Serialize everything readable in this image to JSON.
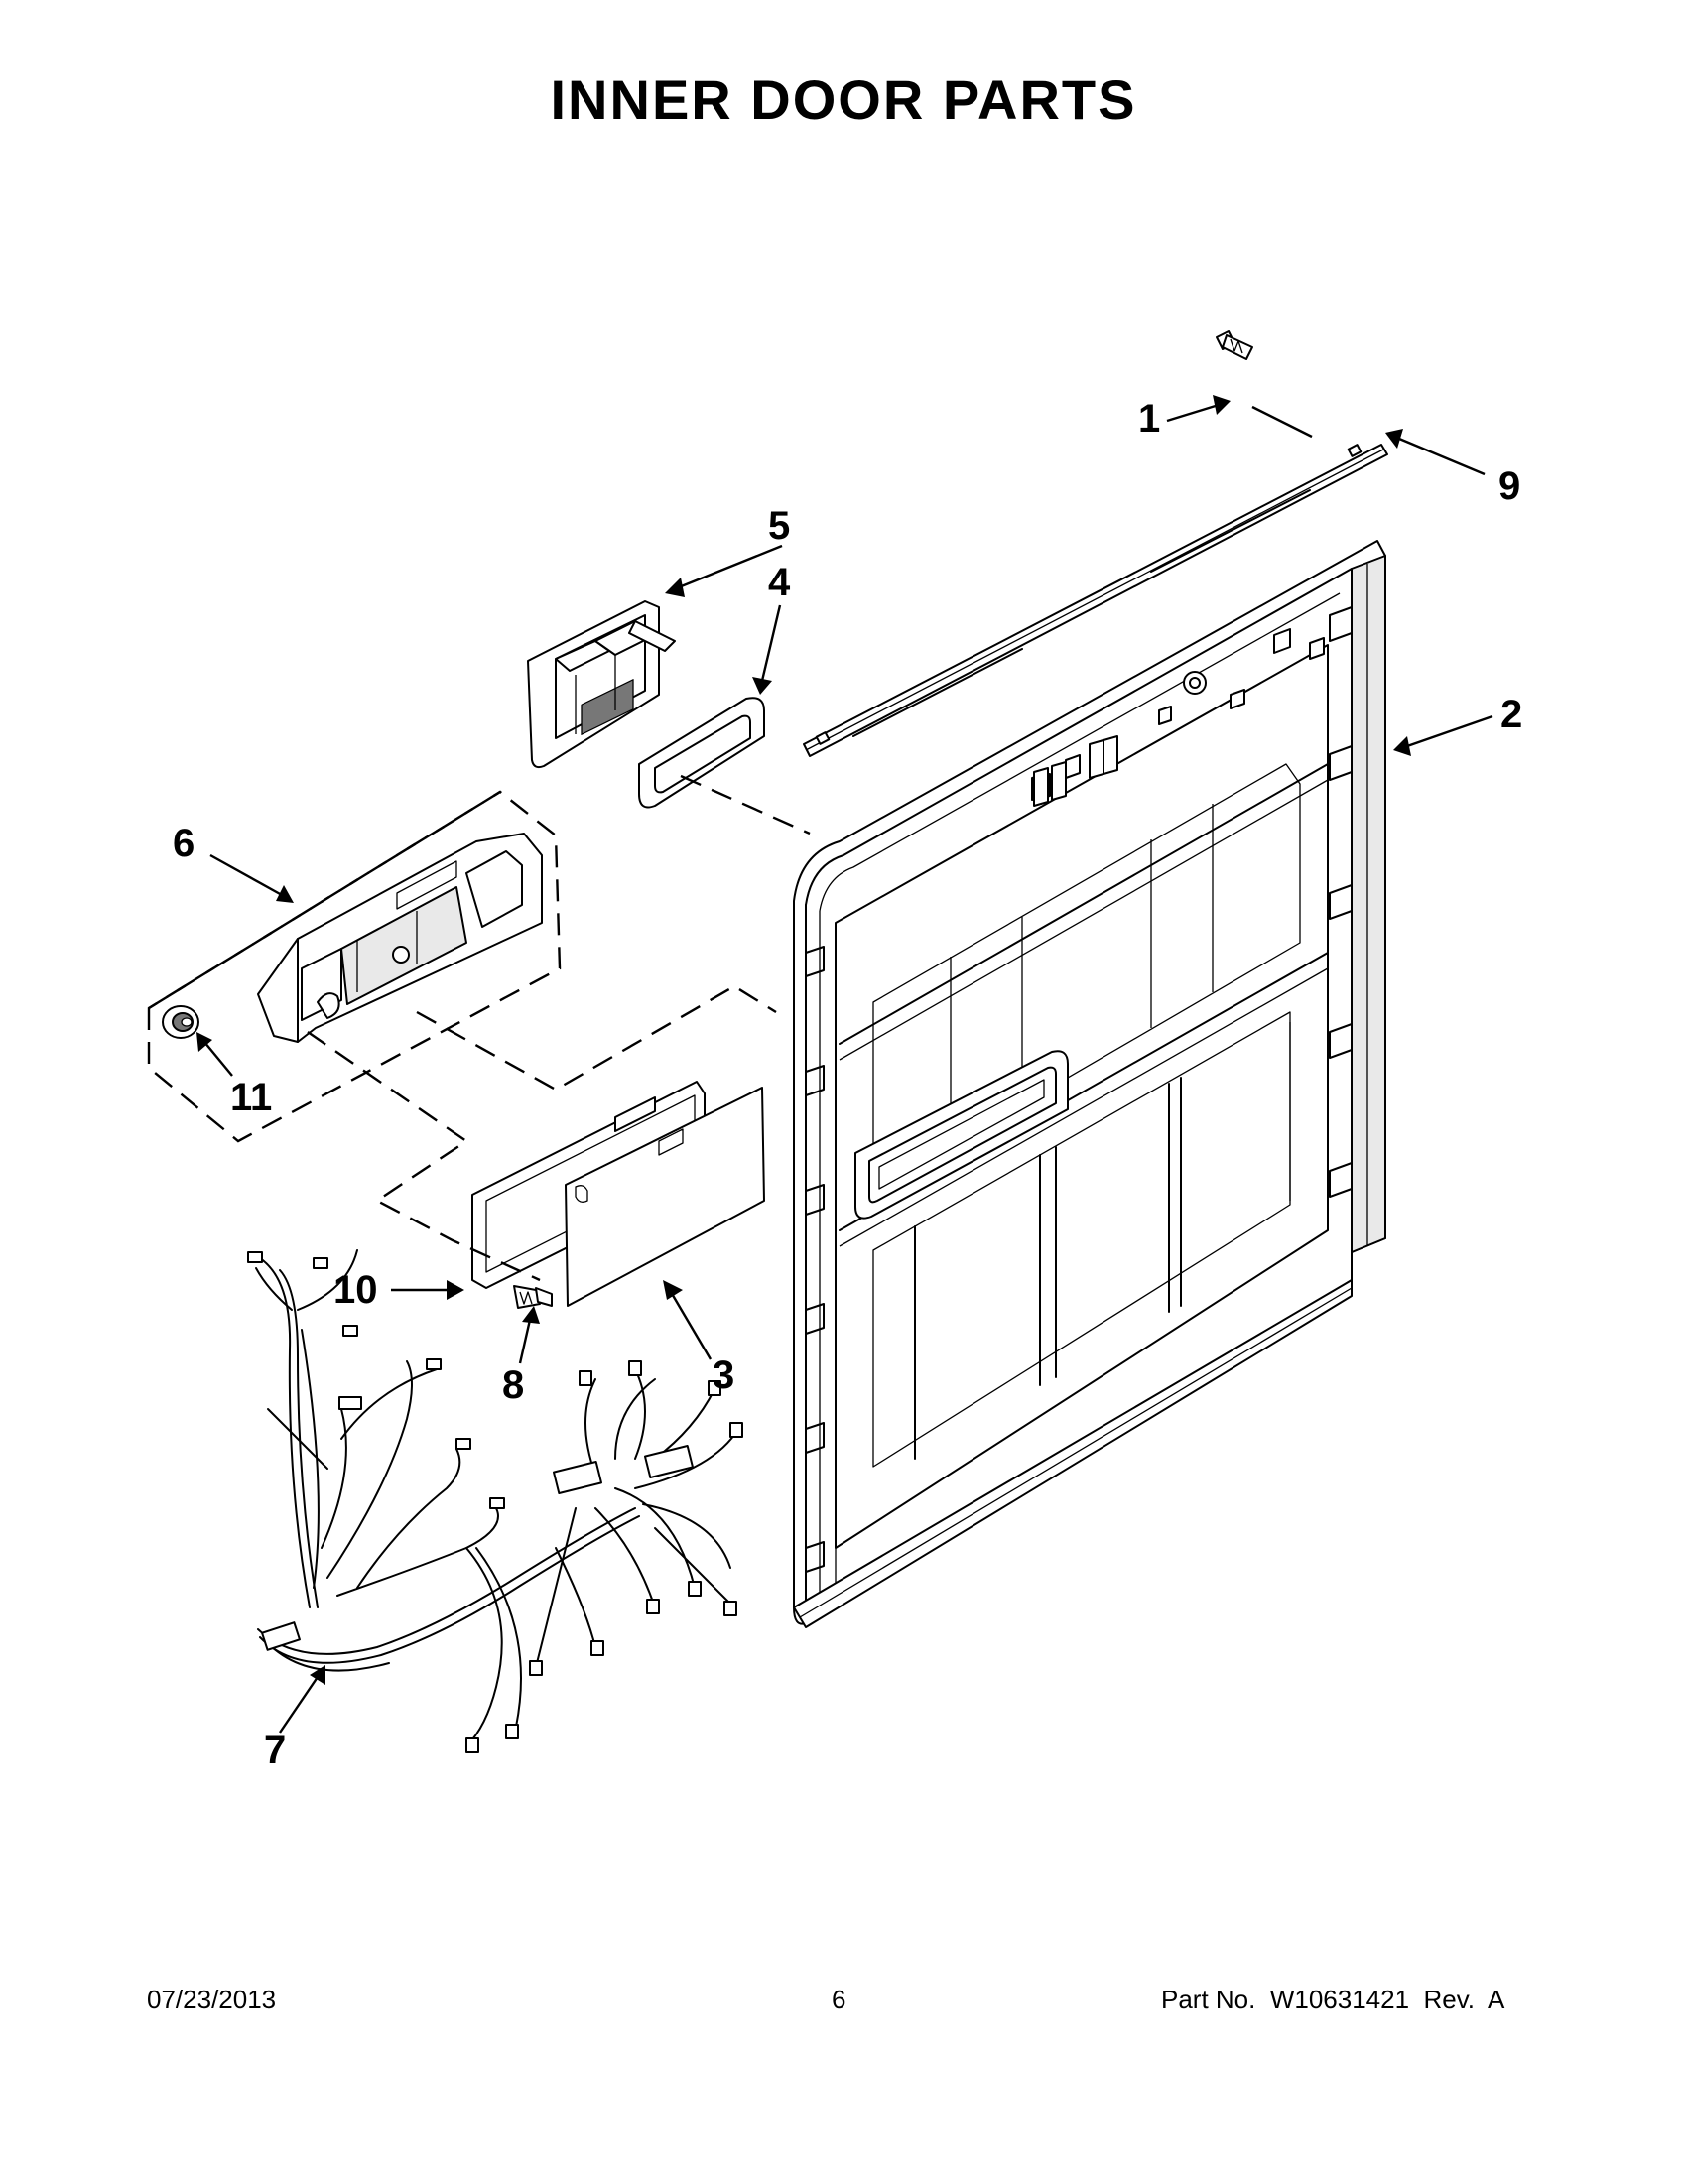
{
  "title": "INNER DOOR PARTS",
  "callouts": [
    "1",
    "2",
    "3",
    "4",
    "5",
    "6",
    "7",
    "8",
    "9",
    "10",
    "11"
  ],
  "footer": {
    "date": "07/23/2013",
    "page": "6",
    "part_no": "Part No.  W10631421  Rev.  A"
  }
}
